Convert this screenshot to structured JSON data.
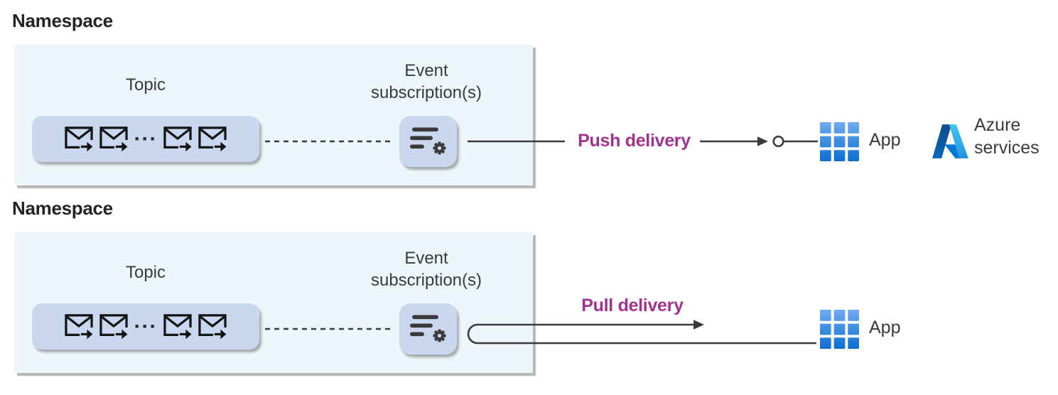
{
  "diagrams": [
    {
      "namespace_label": "Namespace",
      "topic_label": "Topic",
      "subscription_label": "Event subscription(s)",
      "ellipsis": "···",
      "delivery_label": "Push delivery",
      "app_label": "App",
      "azure_services_label": "Azure services"
    },
    {
      "namespace_label": "Namespace",
      "topic_label": "Topic",
      "subscription_label": "Event subscription(s)",
      "ellipsis": "···",
      "delivery_label": "Pull delivery",
      "app_label": "App"
    }
  ],
  "icons": {
    "topic_events": "envelope-arrow-icon",
    "ellipsis": "ellipsis-icon",
    "event_subscription": "filter-settings-icon",
    "app": "app-grid-icon",
    "azure": "azure-logo-icon",
    "push_connector": "arrow-circle-connector",
    "pull_connector": "u-turn-arrow-connector"
  },
  "colors": {
    "delivery_label_magenta": "#A1338F",
    "node_fill_blue": "#C9D7EF",
    "namespace_fill": "#EDF6FA",
    "line_dark_gray": "#3B3B3B",
    "app_blue_top": "#66A4EE",
    "app_blue_bottom": "#0E71D0",
    "azure_dark_blue": "#114A8B",
    "azure_cyan": "#3CCBF4"
  }
}
